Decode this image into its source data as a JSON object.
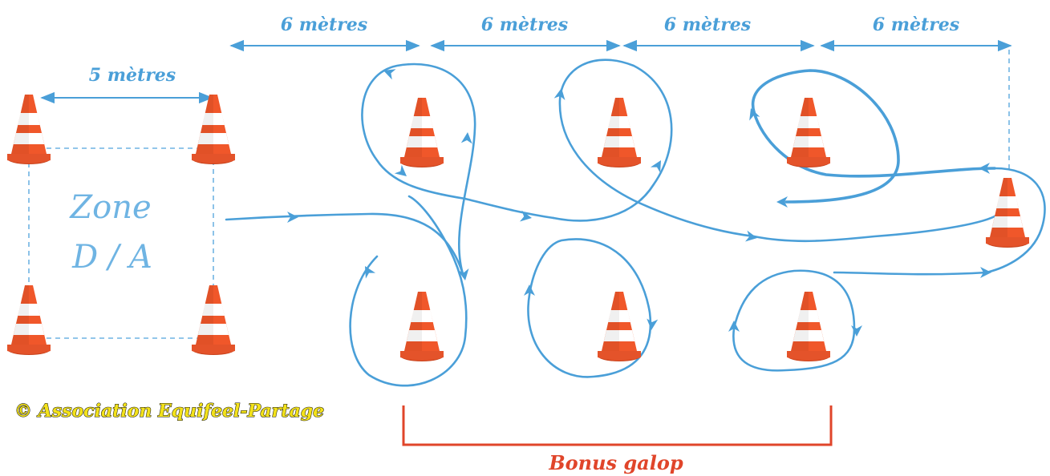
{
  "measurements": {
    "segment_1": "6 mètres",
    "segment_2": "6 mètres",
    "segment_3": "6 mètres",
    "segment_4": "6 mètres",
    "zone_width": "5 mètres"
  },
  "zone": {
    "line_1": "Zone",
    "line_2": "D / A"
  },
  "copyright": "© Association Equifeel-Partage",
  "bonus": {
    "label": "Bonus galop"
  },
  "colors": {
    "path": "#4a9fd8",
    "cone": "#f0572a",
    "bonus_bracket": "#e0452a",
    "copyright_fill": "#f3e21a"
  }
}
